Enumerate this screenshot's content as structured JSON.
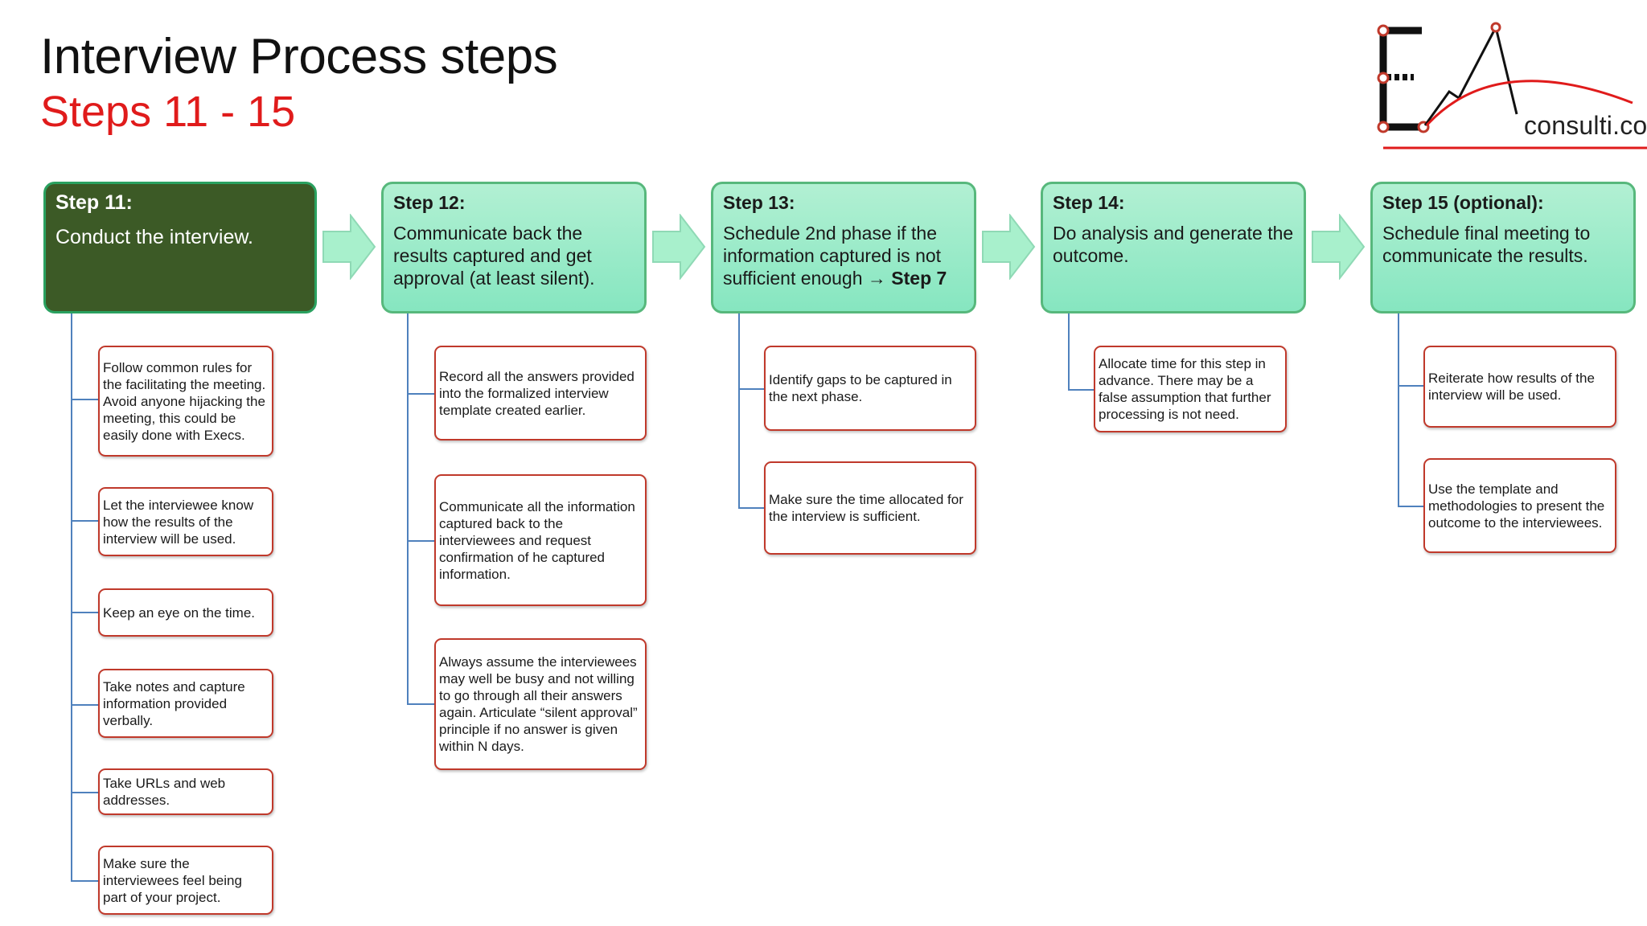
{
  "header": {
    "title": "Interview Process steps",
    "subtitle": "Steps 11 - 15",
    "logo_text": "consulti.co"
  },
  "colors": {
    "title_red": "#e01b1b",
    "step_green": "#86e6c0",
    "step_active": "#3c5a26",
    "connector_blue": "#4f81bd",
    "subbox_border": "#c0392b",
    "arrow_green": "#a8f0cc"
  },
  "icons": [
    "right-arrow-icon",
    "ea-consulti-logo"
  ],
  "steps": [
    {
      "label": "Step 11:",
      "text": "Conduct the interview.",
      "subs": [
        "Follow common rules for the facilitating the meeting. Avoid anyone hijacking the meeting, this could be easily done with Execs.",
        "Let the interviewee know how the results of the interview will be used.",
        "Keep an eye on the time.",
        "Take notes and capture information provided verbally.",
        "Take URLs and web addresses.",
        "Make sure the interviewees feel being part of your project."
      ]
    },
    {
      "label": "Step 12:",
      "text": "Communicate back the results captured and get approval (at least silent).",
      "subs": [
        "Record all the answers provided into the formalized interview template created earlier.",
        "Communicate all the information captured back to the interviewees and request confirmation of he captured information.",
        "Always assume the interviewees may well be busy and not willing to go through all their answers again. Articulate “silent approval” principle if no answer is given within N days."
      ]
    },
    {
      "label": "Step 13:",
      "text": "Schedule 2nd phase if the information captured is not sufficient enough",
      "text_arrow": "→",
      "text_ref": "Step 7",
      "subs": [
        "Identify gaps to be captured in the next phase.",
        "Make sure the time allocated for the interview is sufficient."
      ]
    },
    {
      "label": "Step 14:",
      "text": "Do analysis and generate the outcome.",
      "subs": [
        "Allocate time for this step in advance. There may be a false assumption that further processing is not need."
      ]
    },
    {
      "label": "Step 15 (optional):",
      "text": "Schedule final meeting to communicate the results.",
      "subs": [
        "Reiterate how results of the interview will be used.",
        "Use the template and methodologies to present the outcome to the interviewees."
      ]
    }
  ]
}
